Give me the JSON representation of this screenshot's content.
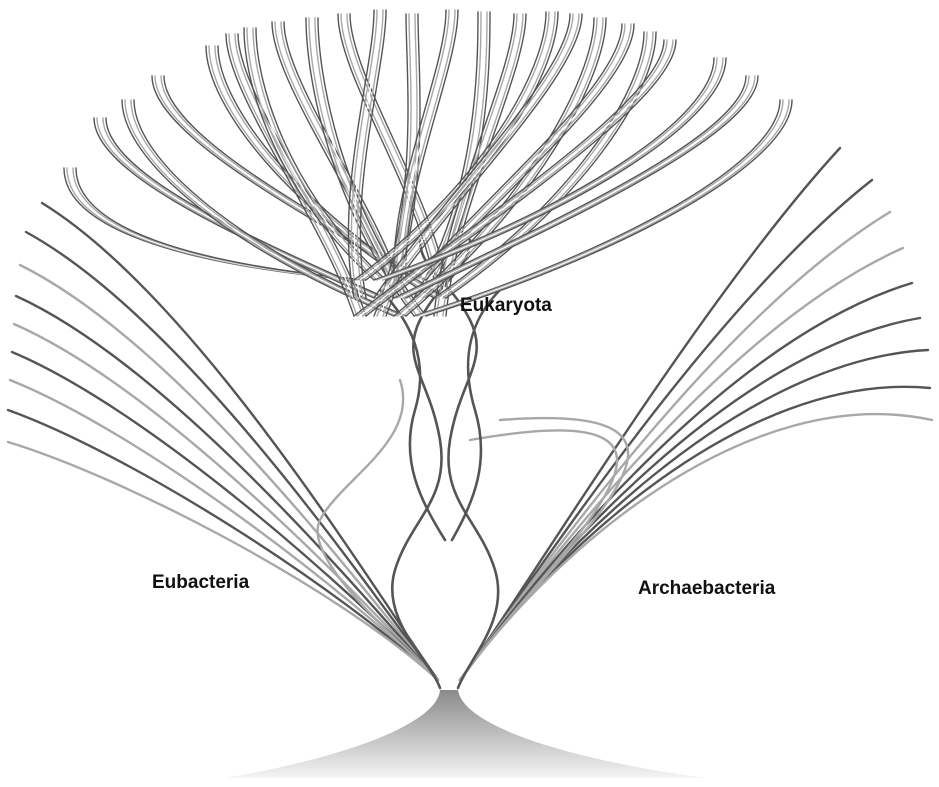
{
  "labels": {
    "eukaryota": "Eukaryota",
    "eubacteria": "Eubacteria",
    "archaebacteria": "Archaebacteria"
  },
  "colors": {
    "background": "#ffffff",
    "branch_dark": "#555555",
    "branch_light": "#a8a8a8",
    "trunk_shadow": "#9a9a9a",
    "label": "#111111"
  }
}
